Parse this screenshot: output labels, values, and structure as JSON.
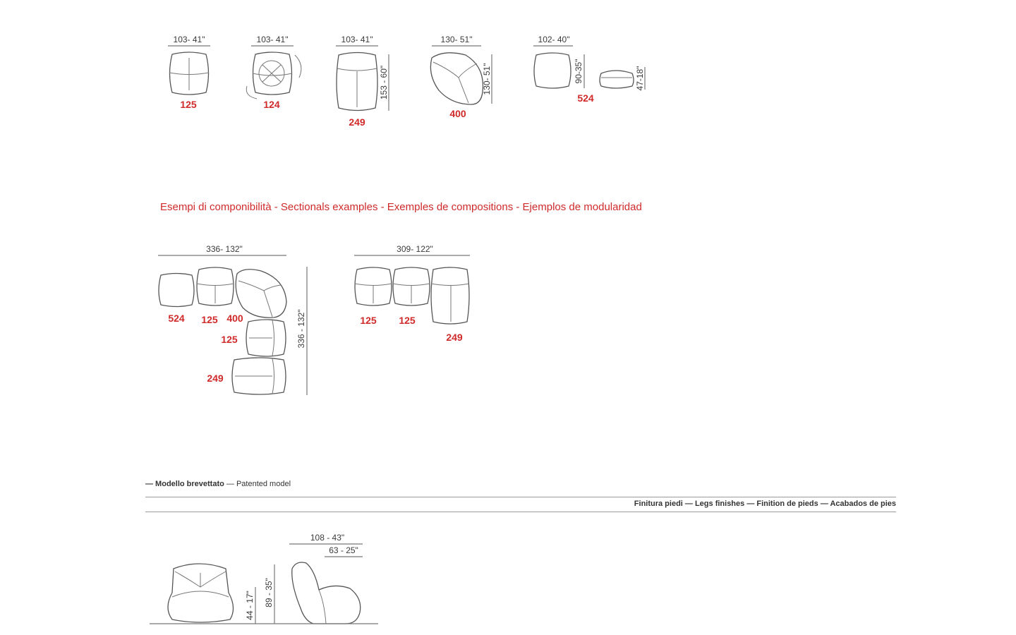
{
  "modules": {
    "m1": {
      "width_label": "103- 41\"",
      "code": "125"
    },
    "m2": {
      "width_label": "103- 41\"",
      "code": "124"
    },
    "m3": {
      "width_label": "103- 41\"",
      "depth_label": "153 - 60\"",
      "code": "249"
    },
    "m4": {
      "width_label": "130- 51\"",
      "depth_label": "130- 51\"",
      "code": "400"
    },
    "m5": {
      "width_label": "102- 40\"",
      "depth_label": "90-35\"",
      "height_label": "47-18\"",
      "code": "524"
    }
  },
  "section_heading": "Esempi di componibilità  -  Sectionals examples - Exemples de compositions - Ejemplos de modularidad",
  "composition_1": {
    "width_label": "336- 132\"",
    "depth_label": "336 - 132\"",
    "codes": [
      "524",
      "125",
      "400",
      "125",
      "249"
    ]
  },
  "composition_2": {
    "width_label": "309- 122\"",
    "codes": [
      "125",
      "125",
      "249"
    ]
  },
  "footer": {
    "patent_it": "— Modello brevettato",
    "patent_en": "— Patented model",
    "legs_finishes": "Finitura piedi — Legs finishes — Finition de pieds — Acabados de pies"
  },
  "side_views": {
    "total_depth": "108 - 43\"",
    "seat_depth": "63 - 25\"",
    "total_height": "89 - 35\"",
    "seat_height": "44 - 17\""
  }
}
